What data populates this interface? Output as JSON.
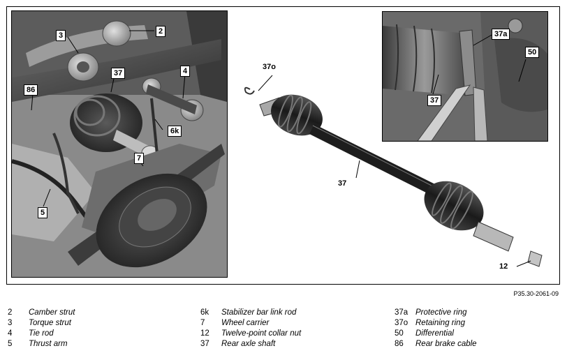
{
  "callouts_left": [
    "2",
    "3",
    "37",
    "4",
    "86",
    "6k",
    "7",
    "5"
  ],
  "callouts_right": [
    "37a",
    "50",
    "37"
  ],
  "callouts_center": [
    "37o",
    "37",
    "12"
  ],
  "reference_code": "P35.30-2061-09",
  "legend": [
    [
      {
        "num": "2",
        "text": "Camber strut"
      },
      {
        "num": "3",
        "text": "Torque strut"
      },
      {
        "num": "4",
        "text": "Tie rod"
      },
      {
        "num": "5",
        "text": "Thrust arm"
      }
    ],
    [
      {
        "num": "6k",
        "text": "Stabilizer bar link rod"
      },
      {
        "num": "7",
        "text": "Wheel carrier"
      },
      {
        "num": "12",
        "text": "Twelve-point collar nut"
      },
      {
        "num": "37",
        "text": "Rear axle shaft"
      }
    ],
    [
      {
        "num": "37a",
        "text": "Protective ring"
      },
      {
        "num": "37o",
        "text": "Retaining ring"
      },
      {
        "num": "50",
        "text": "Differential"
      },
      {
        "num": "86",
        "text": "Rear brake cable"
      }
    ]
  ]
}
